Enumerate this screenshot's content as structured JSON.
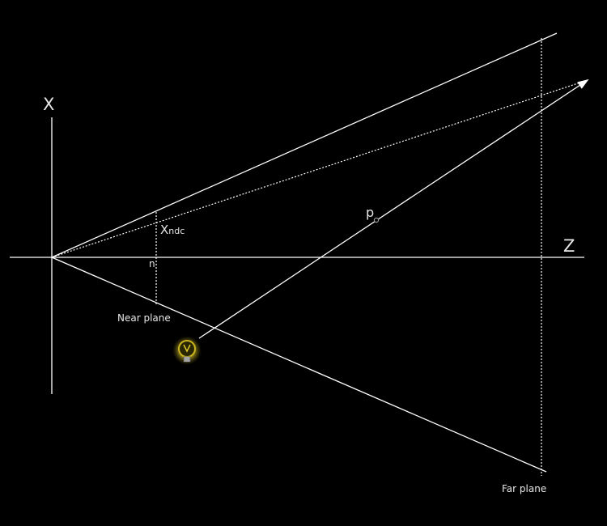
{
  "labels": {
    "x_axis": "X",
    "z_axis": "Z",
    "x_ndc_main": "X",
    "x_ndc_sub": "ndc",
    "n": "n",
    "p": "p",
    "near_plane": "Near plane",
    "far_plane": "Far plane"
  },
  "colors": {
    "background": "#000000",
    "line": "#ffffff",
    "text": "#e6e6e6",
    "bulb_glow": "#e6d22e",
    "bulb_body": "#b8a419"
  },
  "icons": {
    "light_source": "lightbulb-icon"
  }
}
